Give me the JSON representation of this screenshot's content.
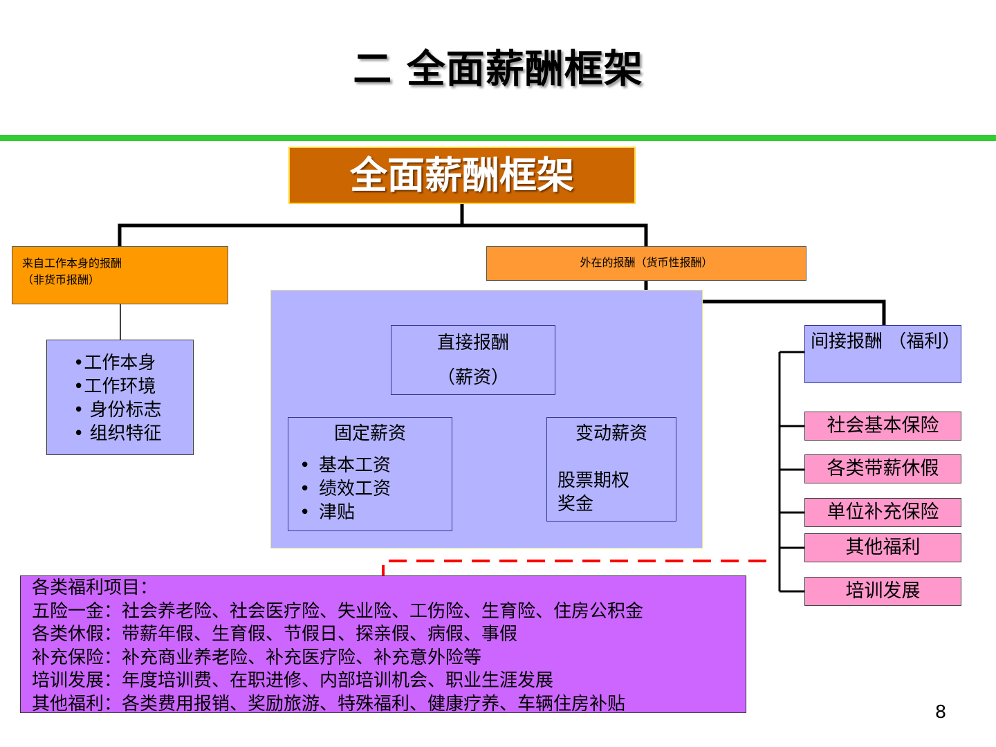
{
  "slide": {
    "title": "二 全面薪酬框架",
    "page_number": "8"
  },
  "diagram": {
    "root": "全面薪酬框架",
    "intrinsic": {
      "line1": "来自工作本身的报酬",
      "line2": "（非货币报酬）",
      "items": [
        "•工作本身",
        "•工作环境",
        "• 身份标志",
        "• 组织特征"
      ]
    },
    "extrinsic": {
      "label": "外在的报酬（货币性报酬）"
    },
    "direct": {
      "line1": "直接报酬",
      "line2": "（薪资）"
    },
    "fixed_pay": {
      "title": "固定薪资",
      "items": [
        "基本工资",
        "绩效工资",
        "津贴"
      ]
    },
    "variable_pay": {
      "title": "变动薪资",
      "line1": "股票期权",
      "line2": "奖金"
    },
    "indirect": {
      "label": "间接报酬 （福利）"
    },
    "benefits": [
      "社会基本保险",
      "各类带薪休假",
      "单位补充保险",
      "其他福利",
      "培训发展"
    ],
    "benefit_detail": [
      "各类福利项目：",
      "五险一金：社会养老险、社会医疗险、失业险、工伤险、生育险、住房公积金",
      "各类休假：带薪年假、生育假、节假日、探亲假、病假、事假",
      "补充保险：补充商业养老险、补充医疗险、补充意外险等",
      "培训发展：年度培训费、在职进修、内部培训机会、职业生涯发展",
      "其他福利：各类费用报销、奖励旅游、特殊福利、健康疗养、车辆住房补贴"
    ]
  },
  "colors": {
    "title_bar_green": "#33cc33",
    "root_fill": "#cc6600",
    "intrinsic_fill": "#ff9900",
    "extrinsic_fill": "#ff9933",
    "lavender_fill": "#b3b3ff",
    "benefit_fill": "#ff99cc",
    "detail_fill": "#cc66ff",
    "dashed_connector": "#ff0000"
  }
}
